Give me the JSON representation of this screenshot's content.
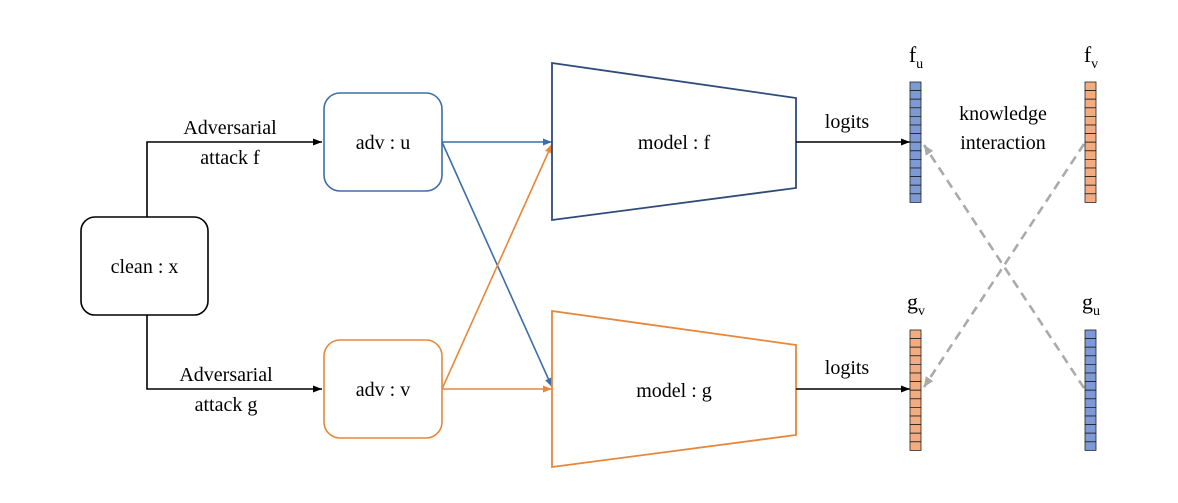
{
  "colors": {
    "blue": "#3e6ea8",
    "orange": "#e8873a",
    "navy": "#2f4b78",
    "cell_blue": "#7d9ad6",
    "cell_orange": "#f2ac80",
    "grey_dash": "#aaaaaa",
    "black": "#000000"
  },
  "nodes": {
    "clean": "clean : x",
    "adv_u": "adv : u",
    "adv_v": "adv : v",
    "model_f": "model : f",
    "model_g": "model : g"
  },
  "edges": {
    "attack_f_line1": "Adversarial",
    "attack_f_line2": "attack f",
    "attack_g_line1": "Adversarial",
    "attack_g_line2": "attack g",
    "logits_top": "logits",
    "logits_bottom": "logits"
  },
  "vectors": {
    "fu": {
      "base": "f",
      "sub": "u"
    },
    "fv": {
      "base": "f",
      "sub": "v"
    },
    "gv": {
      "base": "g",
      "sub": "v"
    },
    "gu": {
      "base": "g",
      "sub": "u"
    },
    "cells": 14
  },
  "interaction": {
    "line1": "knowledge",
    "line2": "interaction"
  }
}
